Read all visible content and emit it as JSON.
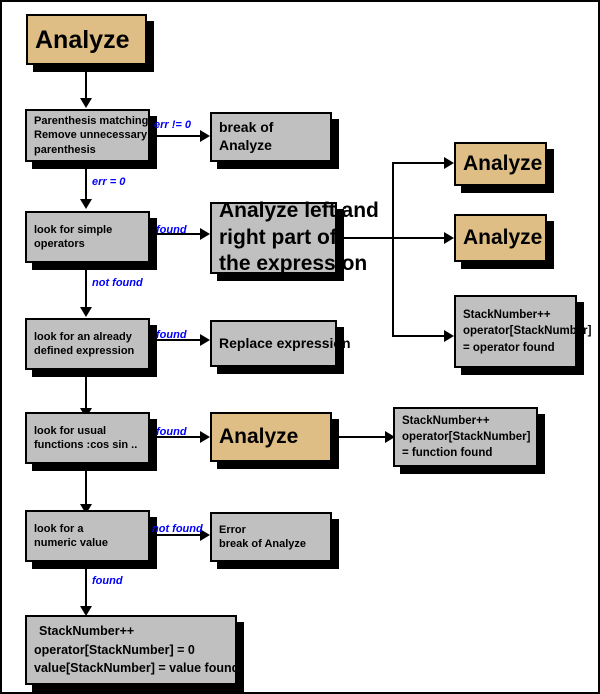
{
  "diagram": {
    "title": "Analyze",
    "colors": {
      "process_fill": "#c0c0c0",
      "recursion_fill": "#debe84",
      "outline": "#000000",
      "shadow": "#000000",
      "label_text": "#0000ff",
      "background": "#ffffff"
    },
    "nodes": {
      "start": {
        "label": "Analyze"
      },
      "paren_check": {
        "line1": "Parenthesis matching",
        "line2": "Remove unnecessary",
        "line3": "parenthesis"
      },
      "break_analyze": {
        "line1": "break of",
        "line2": "Analyze"
      },
      "simple_operators": {
        "line1": "look for simple",
        "line2": "operators"
      },
      "analyze_parts": {
        "line1": "Analyze left and",
        "line2": "right part of",
        "line3": "the expression"
      },
      "recurse_left": {
        "label": "Analyze"
      },
      "recurse_right": {
        "label": "Analyze"
      },
      "push_operator": {
        "line1": "StackNumber++",
        "line2": "operator[StackNumber]",
        "line3": "= operator found"
      },
      "defined_expression": {
        "line1": "look for an already",
        "line2": "defined expression"
      },
      "replace_expression": {
        "label": "Replace expression"
      },
      "usual_functions": {
        "line1": "look for usual",
        "line2": "functions :cos sin .."
      },
      "recurse_function": {
        "label": "Analyze"
      },
      "push_function": {
        "line1": "StackNumber++",
        "line2": "operator[StackNumber]",
        "line3": "= function found"
      },
      "numeric_value": {
        "line1": "look for a",
        "line2": "numeric value"
      },
      "error_break": {
        "line1": "Error",
        "line2": "break of Analyze"
      },
      "push_value": {
        "line1": "StackNumber++",
        "line2": "operator[StackNumber] = 0",
        "line3": "value[StackNumber] = value found"
      }
    },
    "edge_labels": {
      "err_not_zero": "err != 0",
      "err_zero": "err = 0",
      "operator_found": "found",
      "operator_not_found": "not found",
      "expression_found": "found",
      "function_found": "found",
      "numeric_not_found": "not found",
      "numeric_found": "found"
    }
  }
}
